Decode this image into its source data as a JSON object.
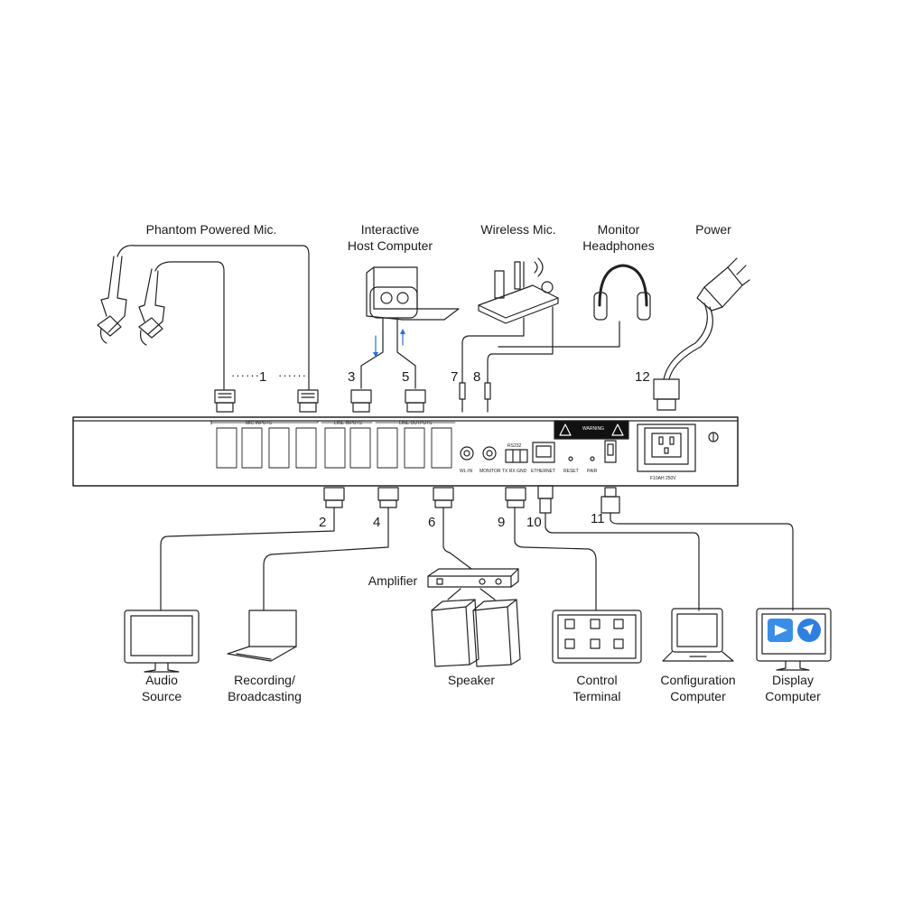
{
  "title_labels": {
    "phantom_mic": "Phantom Powered Mic.",
    "host_computer_line1": "Interactive",
    "host_computer_line2": "Host Computer",
    "wireless_mic": "Wireless Mic.",
    "headphones_line1": "Monitor",
    "headphones_line2": "Headphones",
    "power": "Power"
  },
  "bottom_labels": {
    "audio_source_line1": "Audio",
    "audio_source_line2": "Source",
    "recording_line1": "Recording/",
    "recording_line2": "Broadcasting",
    "speaker": "Speaker",
    "amplifier": "Amplifier",
    "control_line1": "Control",
    "control_line2": "Terminal",
    "config_line1": "Configuration",
    "config_line2": "Computer",
    "display_line1": "Display",
    "display_line2": "Computer"
  },
  "callouts": [
    "1",
    "2",
    "3",
    "4",
    "5",
    "6",
    "7",
    "8",
    "9",
    "10",
    "11",
    "12"
  ],
  "dots": "······",
  "panel": {
    "mic_inputs": "MIC INPUTS",
    "line_inputs": "LINE INPUTS",
    "line_outputs": "LINE OUTPUTS",
    "wl_in": "WL-IN",
    "monitor": "MONITOR",
    "rs232": "RS232",
    "tx_rx_gnd": "TX RX GND",
    "ethernet": "ETHERNET",
    "reset": "RESET",
    "pair": "PAIR",
    "warning": "WARNING",
    "fuse": "F10AH 250V"
  }
}
